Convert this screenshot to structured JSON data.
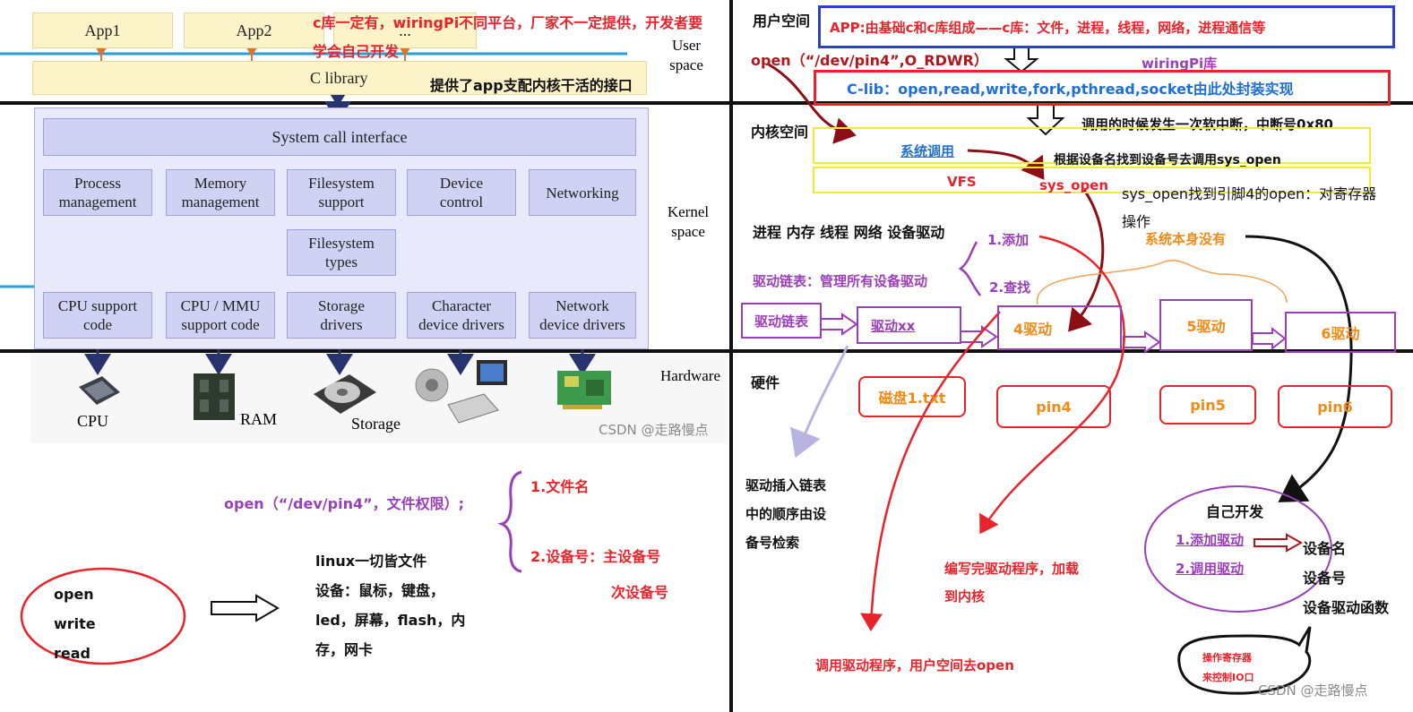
{
  "left": {
    "apps": [
      "App1",
      "App2",
      "..."
    ],
    "c_library": "C library",
    "user_space": [
      "User",
      "space"
    ],
    "kernel_space": [
      "Kernel",
      "space"
    ],
    "hardware": "Hardware",
    "syscall": "System call interface",
    "mods_row1": [
      [
        "Process",
        "management"
      ],
      [
        "Memory",
        "management"
      ],
      [
        "Filesystem",
        "support"
      ],
      [
        "Device",
        "control"
      ],
      [
        "Networking"
      ]
    ],
    "fs_types": [
      "Filesystem",
      "types"
    ],
    "mods_row2": [
      [
        "CPU support",
        "code"
      ],
      [
        "CPU / MMU",
        "support code"
      ],
      [
        "Storage",
        "drivers"
      ],
      [
        "Character",
        "device drivers"
      ],
      [
        "Network",
        "device drivers"
      ]
    ],
    "hw": [
      "CPU",
      "RAM",
      "Storage"
    ],
    "note_clib_1": "c库一定有，wiringPi不同平台，厂家不一定提供，开发者要",
    "note_clib_2": "学会自己开发",
    "note_interface": "提供了app支配内核干活的接口",
    "watermark": "CSDN @走路慢点"
  },
  "bottom_left": {
    "open_call": "open（“/dev/pin4”，文件权限）;",
    "arg1": "1.文件名",
    "arg2": "2.设备号：主设备号",
    "arg2b": "次设备号",
    "linux_title": "linux一切皆文件",
    "linux_lines": [
      "设备：鼠标，键盘，",
      "led，屏幕，flash，内",
      "存，网卡"
    ],
    "ops": [
      "open",
      "write",
      "read"
    ]
  },
  "right": {
    "user_space": "用户空间",
    "app_box": "APP:由基础c和c库组成——c库：文件，进程，线程，网络，进程通信等",
    "open_call": "open（“/dev/pin4”,O_RDWR）",
    "wiringpi": "wiringPi库",
    "clib_box": "C-lib：open,read,write,fork,pthread,socket由此处封装实现",
    "kernel_space": "内核空间",
    "soft_irq": "调用的时候发生一次软中断，中断号0x80",
    "syscall": "系统调用",
    "find_dev": "根据设备名找到设备号去调用sys_open",
    "vfs": "VFS",
    "sys_open": "sys_open",
    "sys_open_note_1": "sys_open找到引脚4的open：对寄存器",
    "sys_open_note_2": "操作",
    "subsystems": "进程 内存 线程 网络 设备驱动",
    "add": "1.添加",
    "find": "2.查找",
    "sys_none": "系统本身没有",
    "drv_list_note": "驱动链表：管理所有设备驱动",
    "chain": [
      "驱动链表",
      "驱动xx",
      "4驱动",
      "5驱动",
      "6驱动"
    ],
    "hardware": "硬件",
    "hw_boxes": [
      "磁盘1.txt",
      "pin4",
      "pin5",
      "pin6"
    ],
    "insert_note": [
      "驱动插入链表",
      "中的顺序由设",
      "备号检索"
    ],
    "write_driver": [
      "编写完驱动程序，加载",
      "到内核"
    ],
    "call_driver": "调用驱动程序，用户空间去open",
    "self_dev": "自己开发",
    "self_items": [
      "1.添加驱动",
      "2.调用驱动"
    ],
    "dev_attrs": [
      "设备名",
      "设备号",
      "设备驱动函数"
    ],
    "bubble": [
      "操作寄存器",
      "来控制IO口"
    ],
    "watermark": "CSDN @走路慢点"
  }
}
